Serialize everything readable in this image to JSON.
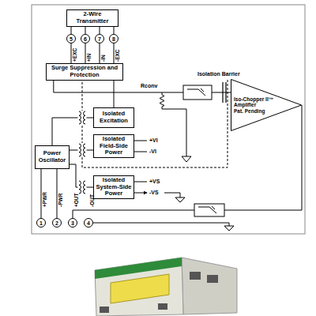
{
  "diagram": {
    "nodes": [
      {
        "text": [
          "2-Wire Transmitter"
        ]
      },
      {
        "text": [
          "5"
        ]
      },
      {
        "text": [
          "6"
        ]
      },
      {
        "text": [
          "7"
        ]
      },
      {
        "text": [
          "8"
        ]
      },
      {
        "text": [
          "Surge Suppression and Protection"
        ]
      },
      {
        "text": [
          "Iso-Chopper II™ Amplifier",
          "Pat. Pending"
        ]
      },
      {
        "text": [
          "Isolated Excitation"
        ]
      },
      {
        "text": [
          "Isolated Field-Side Power"
        ]
      },
      {
        "text": [
          "Power Oscillator"
        ]
      },
      {
        "text": [
          "Isolated System-Side Power"
        ]
      },
      {
        "text": [
          "1"
        ]
      },
      {
        "text": [
          "2"
        ]
      },
      {
        "text": [
          "3"
        ]
      },
      {
        "text": [
          "4"
        ]
      }
    ],
    "edges": [
      {
        "from": 0,
        "to": 1,
        "arrow": "none"
      },
      {
        "from": 0,
        "to": 2,
        "arrow": "none"
      },
      {
        "from": 0,
        "to": 3,
        "arrow": "none"
      },
      {
        "from": 0,
        "to": 4,
        "arrow": "none"
      },
      {
        "from": 1,
        "to": 5,
        "arrow": "none"
      },
      {
        "from": 2,
        "to": 5,
        "arrow": "none"
      },
      {
        "from": 3,
        "to": 5,
        "arrow": "none"
      },
      {
        "from": 4,
        "to": 5,
        "arrow": "none"
      },
      {
        "from": 5,
        "to": 6,
        "arrow": "none"
      },
      {
        "from": 6,
        "to": 13,
        "arrow": "none"
      },
      {
        "from": 9,
        "to": 11,
        "arrow": "none"
      },
      {
        "from": 9,
        "to": 12,
        "arrow": "none"
      },
      {
        "from": 9,
        "to": 7,
        "arrow": "none"
      },
      {
        "from": 9,
        "to": 8,
        "arrow": "none"
      },
      {
        "from": 9,
        "to": 10,
        "arrow": "none"
      },
      {
        "from": 7,
        "to": 5,
        "arrow": "none"
      }
    ],
    "labels": [
      "+EXC",
      "+IN",
      "-IN",
      "-EXC",
      "Rconv",
      "Isolation Barrier",
      "+VI",
      "-VI",
      "+VS",
      "-VS",
      "+PWR",
      "-PWR",
      "+OUT",
      "-OUT"
    ]
  }
}
